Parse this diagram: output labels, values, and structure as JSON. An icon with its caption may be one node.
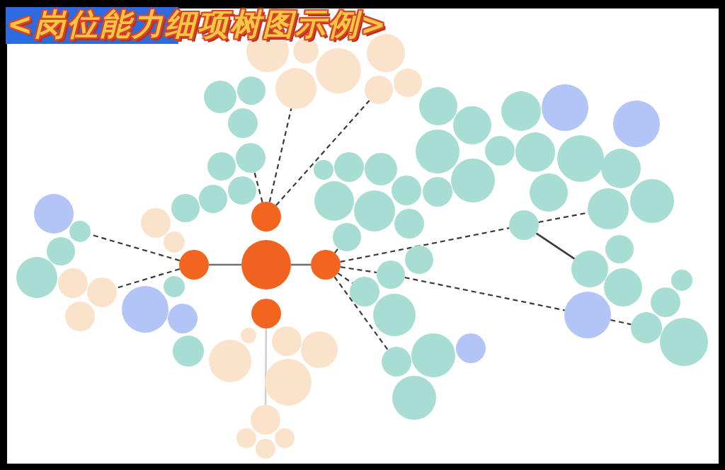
{
  "diagram": {
    "title": "<岗位能力细项树图示例>",
    "nodes": [
      {
        "text": [],
        "shape": "circle"
      },
      {
        "text": [],
        "shape": "circle"
      },
      {
        "text": [],
        "shape": "circle"
      },
      {
        "text": [],
        "shape": "circle"
      },
      {
        "text": [],
        "shape": "circle"
      },
      {
        "text": [],
        "shape": "circle"
      },
      {
        "text": [],
        "shape": "circle"
      },
      {
        "text": [],
        "shape": "circle"
      },
      {
        "text": [],
        "shape": "circle"
      },
      {
        "text": [],
        "shape": "circle"
      },
      {
        "text": [],
        "shape": "circle"
      },
      {
        "text": [],
        "shape": "circle"
      },
      {
        "text": [],
        "shape": "circle"
      },
      {
        "text": [],
        "shape": "circle"
      },
      {
        "text": [],
        "shape": "circle"
      },
      {
        "text": [],
        "shape": "circle"
      },
      {
        "text": [],
        "shape": "circle"
      },
      {
        "text": [],
        "shape": "circle"
      },
      {
        "text": [],
        "shape": "circle"
      },
      {
        "text": [],
        "shape": "circle"
      },
      {
        "text": [],
        "shape": "circle"
      },
      {
        "text": [],
        "shape": "circle"
      },
      {
        "text": [],
        "shape": "circle"
      },
      {
        "text": [],
        "shape": "circle"
      },
      {
        "text": [],
        "shape": "circle"
      },
      {
        "text": [],
        "shape": "circle"
      },
      {
        "text": [],
        "shape": "circle"
      },
      {
        "text": [],
        "shape": "circle"
      },
      {
        "text": [],
        "shape": "circle"
      },
      {
        "text": [],
        "shape": "circle"
      },
      {
        "text": [],
        "shape": "circle"
      },
      {
        "text": [],
        "shape": "circle"
      },
      {
        "text": [],
        "shape": "circle"
      },
      {
        "text": [],
        "shape": "circle"
      },
      {
        "text": [],
        "shape": "circle"
      },
      {
        "text": [],
        "shape": "circle"
      },
      {
        "text": [],
        "shape": "circle"
      },
      {
        "text": [],
        "shape": "circle"
      },
      {
        "text": [],
        "shape": "circle"
      },
      {
        "text": [],
        "shape": "circle"
      },
      {
        "text": [],
        "shape": "circle"
      },
      {
        "text": [],
        "shape": "circle"
      },
      {
        "text": [],
        "shape": "circle"
      },
      {
        "text": [],
        "shape": "circle"
      },
      {
        "text": [],
        "shape": "circle"
      },
      {
        "text": [],
        "shape": "circle"
      },
      {
        "text": [],
        "shape": "circle"
      },
      {
        "text": [],
        "shape": "circle"
      },
      {
        "text": [],
        "shape": "circle"
      },
      {
        "text": [],
        "shape": "circle"
      },
      {
        "text": [],
        "shape": "circle"
      },
      {
        "text": [],
        "shape": "circle"
      },
      {
        "text": [],
        "shape": "circle"
      },
      {
        "text": [],
        "shape": "circle"
      },
      {
        "text": [],
        "shape": "circle"
      },
      {
        "text": [],
        "shape": "circle"
      },
      {
        "text": [],
        "shape": "circle"
      },
      {
        "text": [],
        "shape": "circle"
      },
      {
        "text": [],
        "shape": "circle"
      },
      {
        "text": [],
        "shape": "circle"
      },
      {
        "text": [],
        "shape": "circle"
      },
      {
        "text": [],
        "shape": "circle"
      },
      {
        "text": [],
        "shape": "circle"
      },
      {
        "text": [],
        "shape": "circle"
      },
      {
        "text": [],
        "shape": "circle"
      },
      {
        "text": [],
        "shape": "circle"
      },
      {
        "text": [],
        "shape": "circle"
      },
      {
        "text": [],
        "shape": "circle"
      },
      {
        "text": [],
        "shape": "circle"
      },
      {
        "text": [],
        "shape": "circle"
      },
      {
        "text": [],
        "shape": "circle"
      },
      {
        "text": [],
        "shape": "circle"
      },
      {
        "text": [],
        "shape": "circle"
      },
      {
        "text": [],
        "shape": "circle"
      },
      {
        "text": [],
        "shape": "circle"
      },
      {
        "text": [],
        "shape": "circle"
      },
      {
        "text": [],
        "shape": "circle"
      },
      {
        "text": [],
        "shape": "circle"
      },
      {
        "text": [],
        "shape": "circle"
      },
      {
        "text": [],
        "shape": "circle"
      },
      {
        "text": [],
        "shape": "circle"
      },
      {
        "text": [],
        "shape": "circle"
      }
    ],
    "edges": [
      {
        "from": 0,
        "to": 2,
        "arrow": "none",
        "color": "#707070"
      },
      {
        "from": 0,
        "to": 3,
        "arrow": "none",
        "color": "#707070"
      },
      {
        "from": 1,
        "to": 16,
        "arrow": "none",
        "style": "dashed"
      },
      {
        "from": 1,
        "to": 8,
        "arrow": "none",
        "style": "dashed"
      },
      {
        "from": 1,
        "to": 10,
        "arrow": "none",
        "style": "dashed"
      },
      {
        "from": 2,
        "to": 21,
        "arrow": "none",
        "style": "dashed"
      },
      {
        "from": 2,
        "to": 25,
        "arrow": "none",
        "style": "dashed"
      },
      {
        "from": 3,
        "to": 69,
        "arrow": "none",
        "style": "dashed"
      },
      {
        "from": 57,
        "to": 77,
        "arrow": "none",
        "style": "dashed"
      },
      {
        "from": 3,
        "to": 60,
        "arrow": "none",
        "style": "dashed"
      },
      {
        "from": 3,
        "to": 58,
        "arrow": "none",
        "style": "dashed"
      },
      {
        "from": 3,
        "to": 57,
        "arrow": "none",
        "style": "dashed"
      },
      {
        "from": 3,
        "to": 55,
        "arrow": "none",
        "style": "dashed"
      },
      {
        "from": 69,
        "to": 72,
        "arrow": "none",
        "style": "dashed"
      },
      {
        "from": 69,
        "to": 75,
        "arrow": "none"
      },
      {
        "from": 77,
        "to": 80,
        "arrow": "none",
        "style": "dashed"
      },
      {
        "from": 4,
        "to": 38,
        "arrow": "none",
        "color": "#cfcfcf"
      }
    ]
  }
}
